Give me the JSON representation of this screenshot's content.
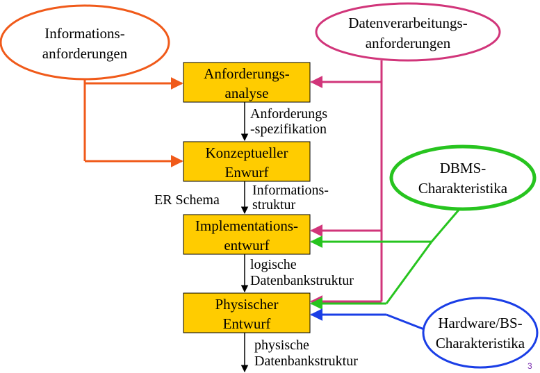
{
  "diagram": {
    "inputs": {
      "informationsanforderungen": [
        "Informations-",
        "anforderungen"
      ],
      "datenverarbeitungsanforderungen": [
        "Datenverarbeitungs-",
        "anforderungen"
      ],
      "dbms_charakteristika": [
        "DBMS-",
        "Charakteristika"
      ],
      "hardware_bs_charakteristika": [
        "Hardware/BS-",
        "Charakteristika"
      ]
    },
    "phases": [
      {
        "key": "anforderungsanalyse",
        "lines": [
          "Anforderungs-",
          "analyse"
        ]
      },
      {
        "key": "konzeptueller_entwurf",
        "lines": [
          "Konzeptueller",
          "Enwurf"
        ]
      },
      {
        "key": "implementationsentwurf",
        "lines": [
          "Implementations-",
          "entwurf"
        ]
      },
      {
        "key": "physischer_entwurf",
        "lines": [
          "Physischer",
          "Entwurf"
        ]
      }
    ],
    "outputs": {
      "anforderungsspezifikation": [
        "Anforderungs",
        "-spezifikation"
      ],
      "informationsstruktur": [
        "Informations-",
        "struktur"
      ],
      "er_schema": "ER Schema",
      "logische_datenbankstruktur": [
        "logische",
        "Datenbankstruktur"
      ],
      "physische_datenbankstruktur": [
        "physische",
        "Datenbankstruktur"
      ]
    },
    "page_number": "3",
    "colors": {
      "box_fill": "#ffcc00",
      "informations_orange": "#f05a1a",
      "datenverarbeitung_magenta": "#d1357a",
      "dbms_green": "#27c41f",
      "hardware_blue": "#1a3ee6"
    }
  }
}
